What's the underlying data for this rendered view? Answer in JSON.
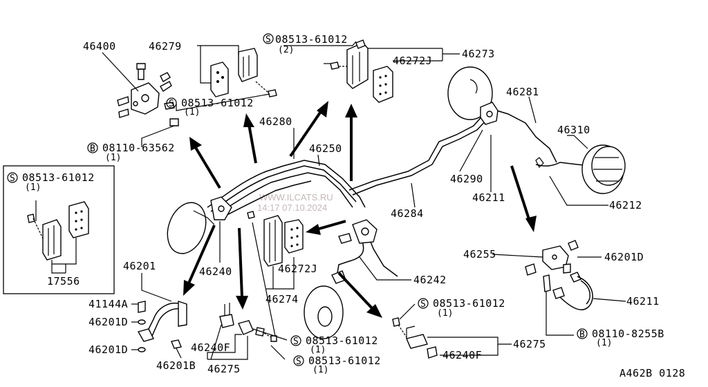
{
  "diagram": {
    "drawing_code": "A462B 0128",
    "watermark_line1": "WWW.ILCATS.RU",
    "watermark_line2": "14:17 07.10.2024"
  },
  "labels": {
    "p46400": "46400",
    "p46279": "46279",
    "s08513_2": "08513-61012",
    "s08513_2_qty": "(2)",
    "p46273": "46273",
    "p46272j_top": "46272J",
    "s08513_top": "08513-61012",
    "s08513_top_qty": "(1)",
    "b08110_63562": "08110-63562",
    "b08110_63562_qty": "(1)",
    "p46280": "46280",
    "p46250": "46250",
    "p46281": "46281",
    "p46310": "46310",
    "p46290": "46290",
    "p46211_mid": "46211",
    "p46284": "46284",
    "p46212": "46212",
    "inset_s08513": "08513-61012",
    "inset_s08513_qty": "(1)",
    "p17556": "17556",
    "p46240": "46240",
    "p46272j_mid": "46272J",
    "p46274": "46274",
    "p46242": "46242",
    "p46255": "46255",
    "p46201d_right": "46201D",
    "p46211_right": "46211",
    "b08110_8255b": "08110-8255B",
    "b08110_8255b_qty": "(1)",
    "p46201": "46201",
    "p41144a": "41144A",
    "p46201d_a": "46201D",
    "p46201d_b": "46201D",
    "p46201b": "46201B",
    "p46240f_left": "46240F",
    "p46275_left": "46275",
    "s08513_mid": "08513-61012",
    "s08513_mid_qty": "(1)",
    "s08513_low": "08513-61012",
    "s08513_low_qty": "(1)",
    "s08513_right": "08513-61012",
    "s08513_right_qty": "(1)",
    "p46275_right": "46275",
    "p46240f_right": "46240F"
  },
  "markers": {
    "screw": "S",
    "bolt": "B"
  }
}
